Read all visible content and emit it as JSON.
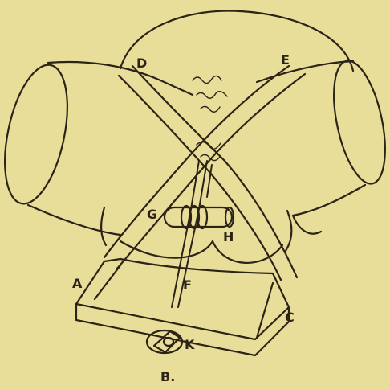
{
  "figure": {
    "background": "#e9dd9a",
    "ink": "#2b2416",
    "labels": {
      "a": "A",
      "b": "B.",
      "c": "C",
      "d": "D",
      "e": "E",
      "f": "F",
      "g": "G",
      "h": "H",
      "k": "K"
    }
  }
}
